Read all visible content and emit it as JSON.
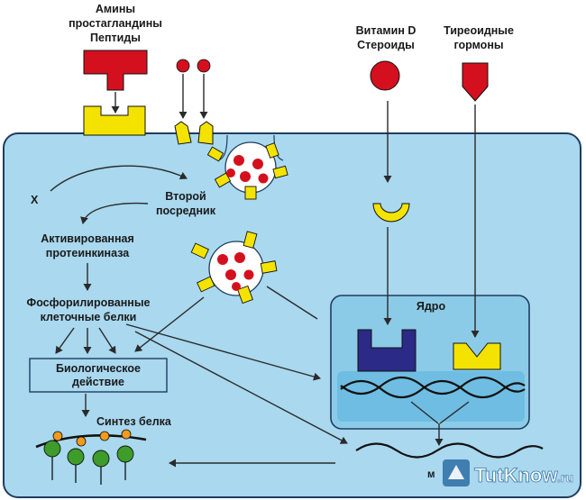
{
  "labels": {
    "ligands_line1": "Амины",
    "ligands_line2": "простагландины",
    "ligands_line3": "Пептиды",
    "vitd_line1": "Витамин D",
    "vitd_line2": "Стероиды",
    "thyroid_line1": "Тиреоидные",
    "thyroid_line2": "гормоны",
    "x": "X",
    "second_line1": "Второй",
    "second_line2": "посредник",
    "kinase_line1": "Активированная",
    "kinase_line2": "протеинкиназа",
    "phospho_line1": "Фосфорилированные",
    "phospho_line2": "клеточные белки",
    "bio_line1": "Биологическое",
    "bio_line2": "действие",
    "protein_synthesis": "Синтез белка",
    "nucleus": "Ядро",
    "mrna_partial": "м",
    "watermark_main": "TutKnow",
    "watermark_suffix": ".ru"
  },
  "colors": {
    "cell_fill": "#a9d8ef",
    "cell_stroke": "#1f3d5e",
    "nucleus_fill": "#8ccbe7",
    "nucleus_inner": "#6fbde2",
    "ligand_red": "#d4101e",
    "receptor_yellow": "#f4e300",
    "receptor_navy": "#2b2a86",
    "protein_green": "#3e9c2a",
    "protein_orange": "#f29a1b"
  }
}
